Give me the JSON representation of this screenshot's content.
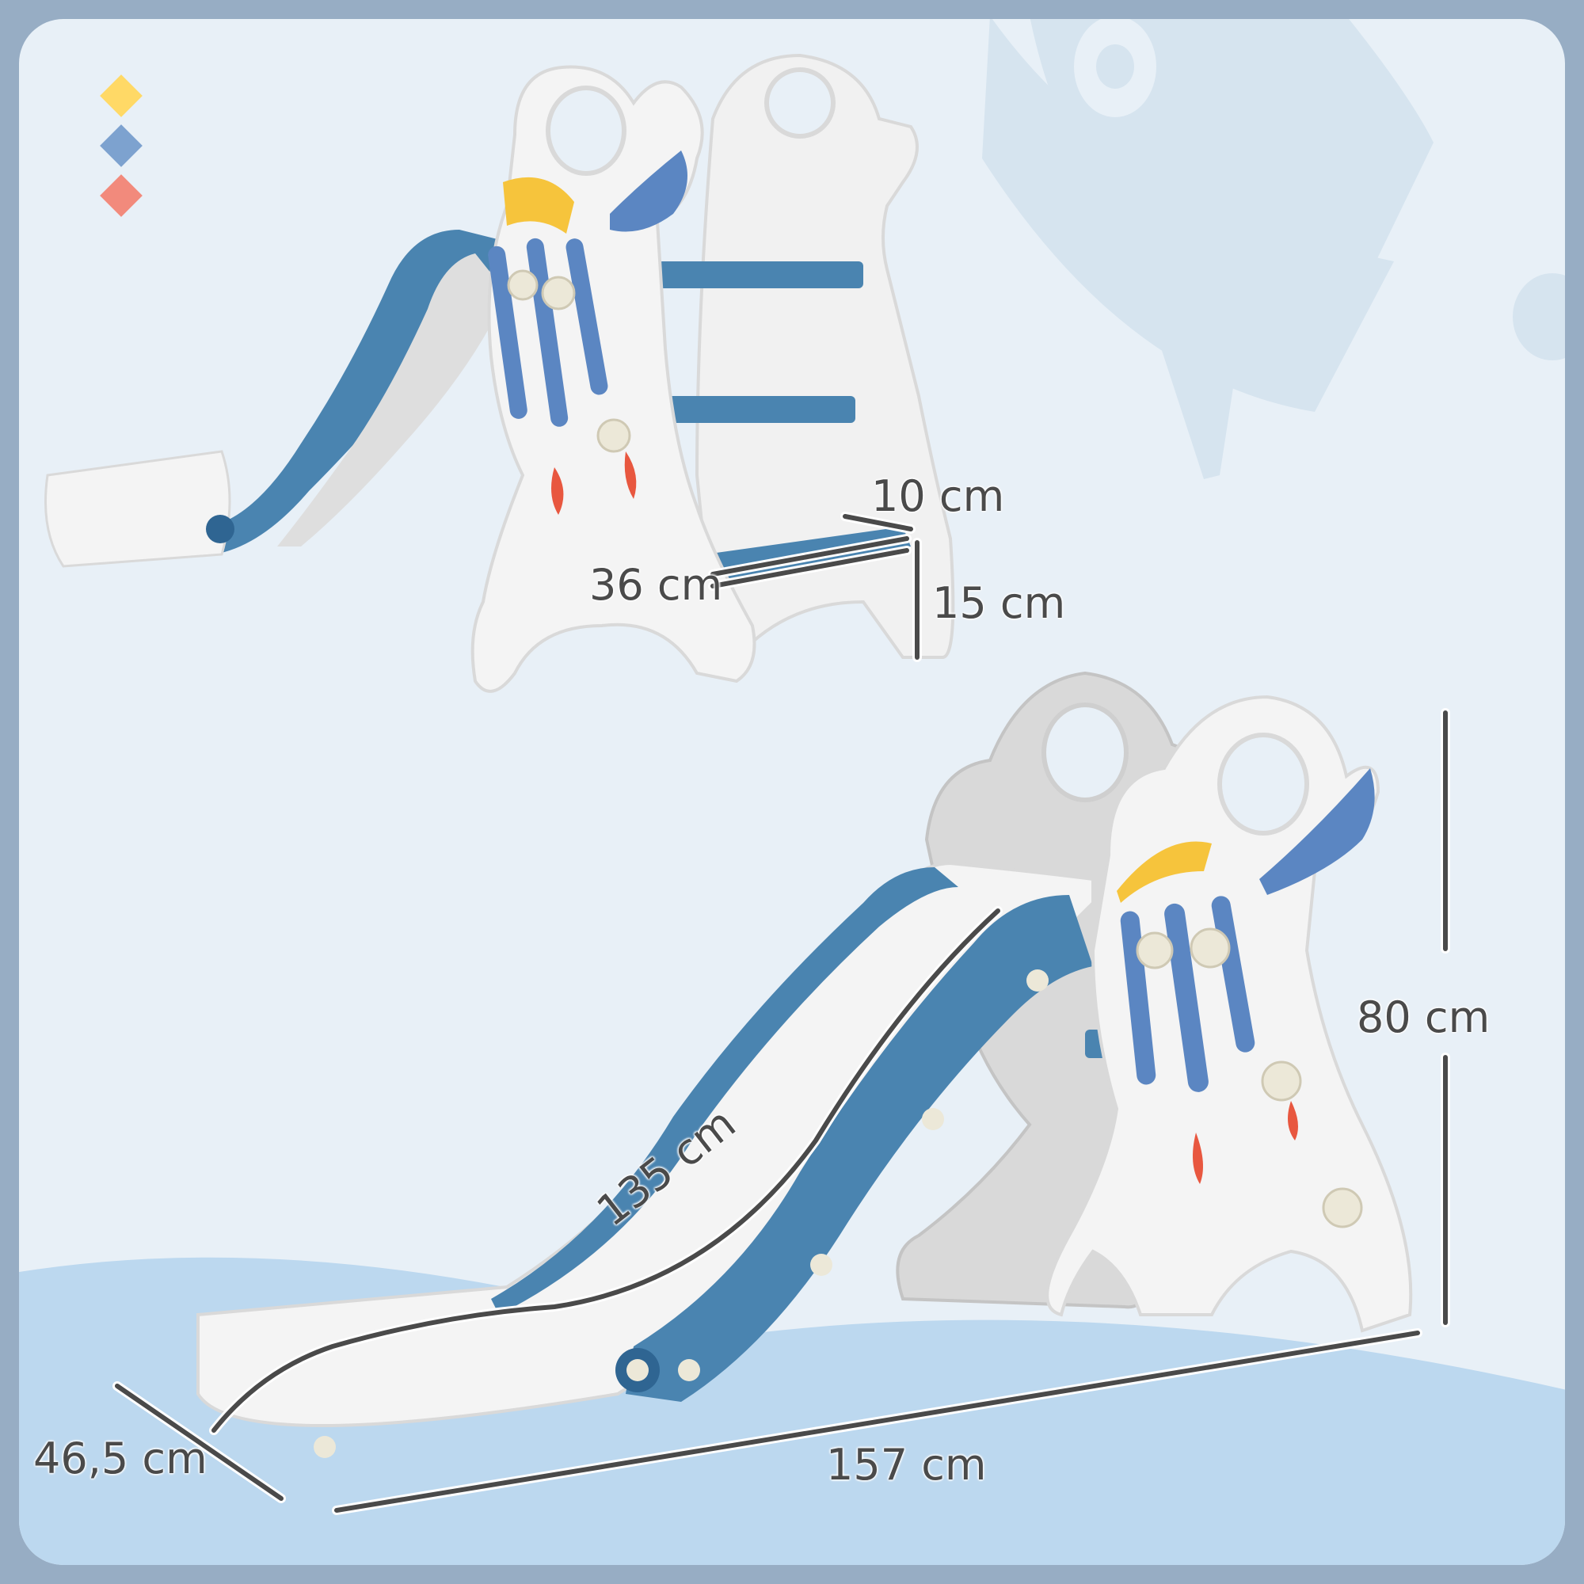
{
  "colors": {
    "frame": "#97adc4",
    "background": "#e8f0f7",
    "watermark": "#d6e4ef",
    "floor": "#bcd8ef",
    "slide_blue": "#4a84b0",
    "panel_white": "#f4f4f4",
    "panel_grey": "#c9c9c9",
    "rocket_yellow": "#f6c43c",
    "rocket_blue": "#5b86c2",
    "rocket_red": "#e8573f",
    "dimension_line": "#4a4a4a"
  },
  "color_options": [
    {
      "name": "yellow",
      "hex": "#ffd966"
    },
    {
      "name": "blue",
      "hex": "#7da2cf"
    },
    {
      "name": "coral",
      "hex": "#f28a7c"
    }
  ],
  "dimensions": {
    "step_depth": "10 cm",
    "step_width": "36 cm",
    "step_height": "15 cm",
    "height": "80 cm",
    "slide_length": "135 cm",
    "total_length": "157 cm",
    "width": "46,5 cm"
  }
}
